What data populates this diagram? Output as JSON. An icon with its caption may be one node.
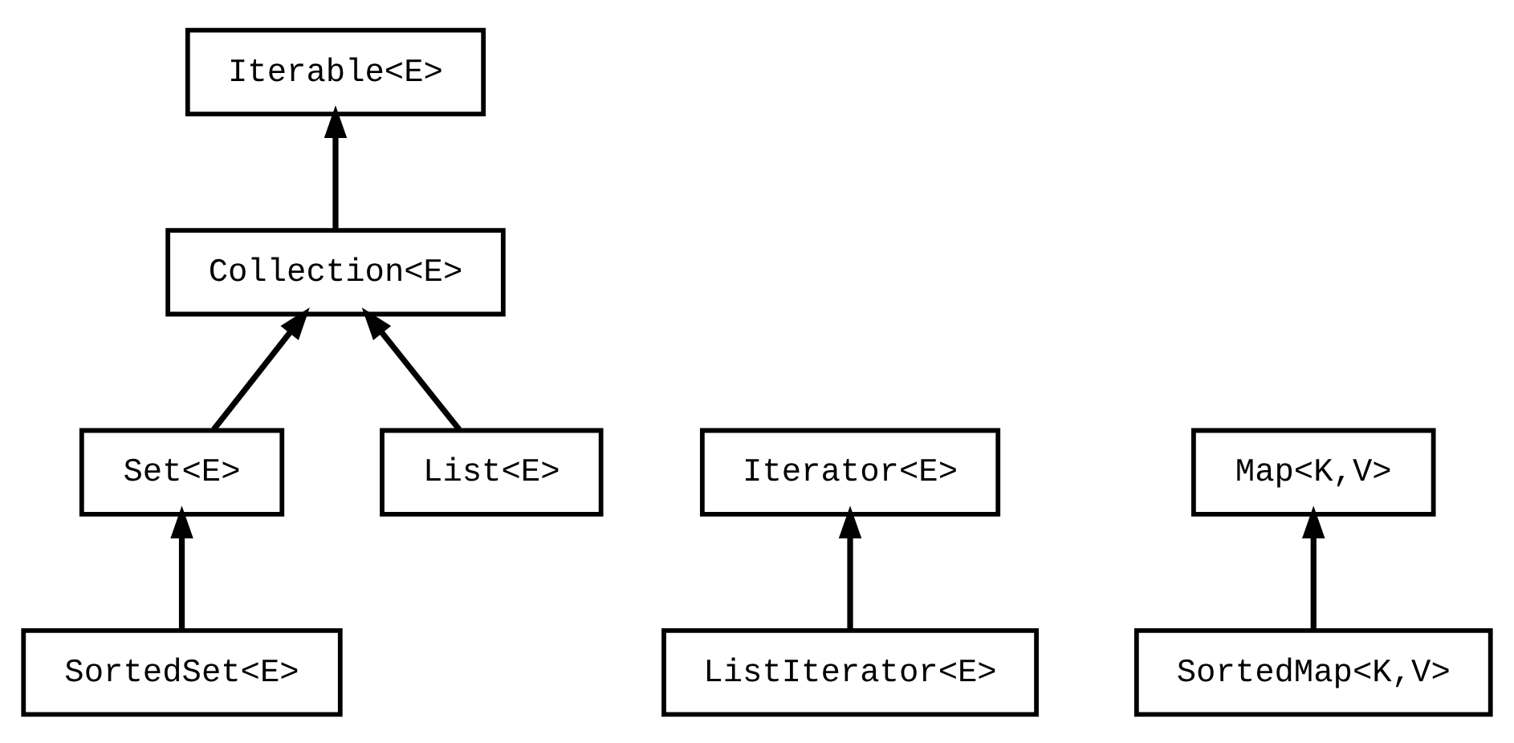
{
  "diagram": {
    "nodes": [
      {
        "text": [
          "Iterable<E>"
        ]
      },
      {
        "text": [
          "Collection<E>"
        ]
      },
      {
        "text": [
          "Set<E>"
        ]
      },
      {
        "text": [
          "List<E>"
        ]
      },
      {
        "text": [
          "Iterator<E>"
        ]
      },
      {
        "text": [
          "Map<K,V>"
        ]
      },
      {
        "text": [
          "SortedSet<E>"
        ]
      },
      {
        "text": [
          "ListIterator<E>"
        ]
      },
      {
        "text": [
          "SortedMap<K,V>"
        ]
      }
    ],
    "edges": [
      {
        "from": 1,
        "to": 0,
        "arrow": "to"
      },
      {
        "from": 2,
        "to": 1,
        "arrow": "to"
      },
      {
        "from": 3,
        "to": 1,
        "arrow": "to"
      },
      {
        "from": 6,
        "to": 2,
        "arrow": "to"
      },
      {
        "from": 7,
        "to": 4,
        "arrow": "to"
      },
      {
        "from": 8,
        "to": 5,
        "arrow": "to"
      }
    ]
  }
}
